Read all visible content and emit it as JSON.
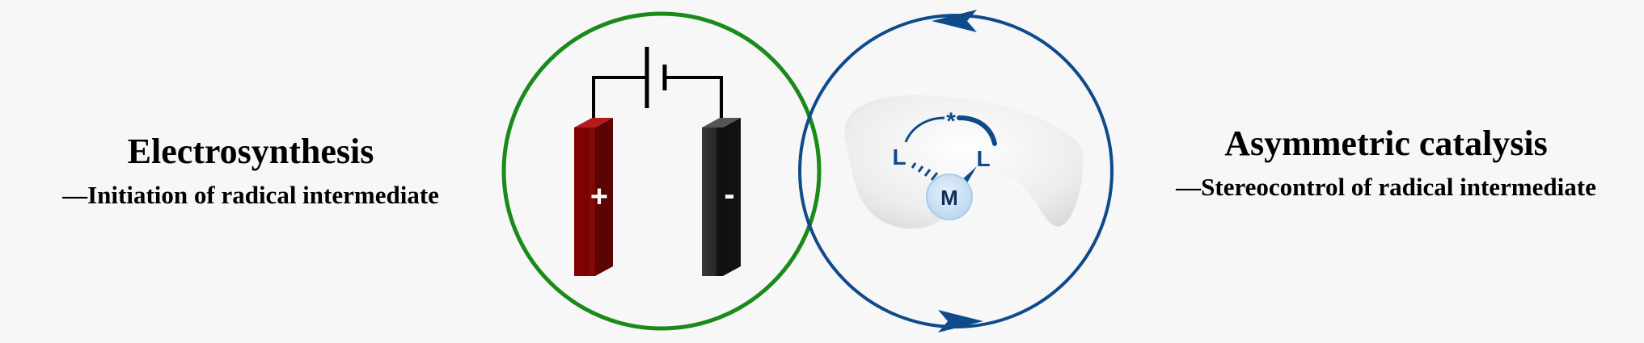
{
  "left": {
    "title": "Electrosynthesis",
    "subtitle": "—Initiation of radical intermediate"
  },
  "right": {
    "title": "Asymmetric catalysis",
    "subtitle": "—Stereocontrol of radical intermediate"
  },
  "electrodes": {
    "anode_sign": "+",
    "cathode_sign": "-"
  },
  "catalyst": {
    "metal_label": "M",
    "ligand_left": "L",
    "ligand_right": "L",
    "chiral_mark": "*"
  },
  "colors": {
    "green_circle": "#1a8a1a",
    "blue_circle": "#0f4a8a",
    "anode": "#7a0a0a",
    "cathode": "#2d2d2d",
    "background": "#f7f7f7"
  }
}
